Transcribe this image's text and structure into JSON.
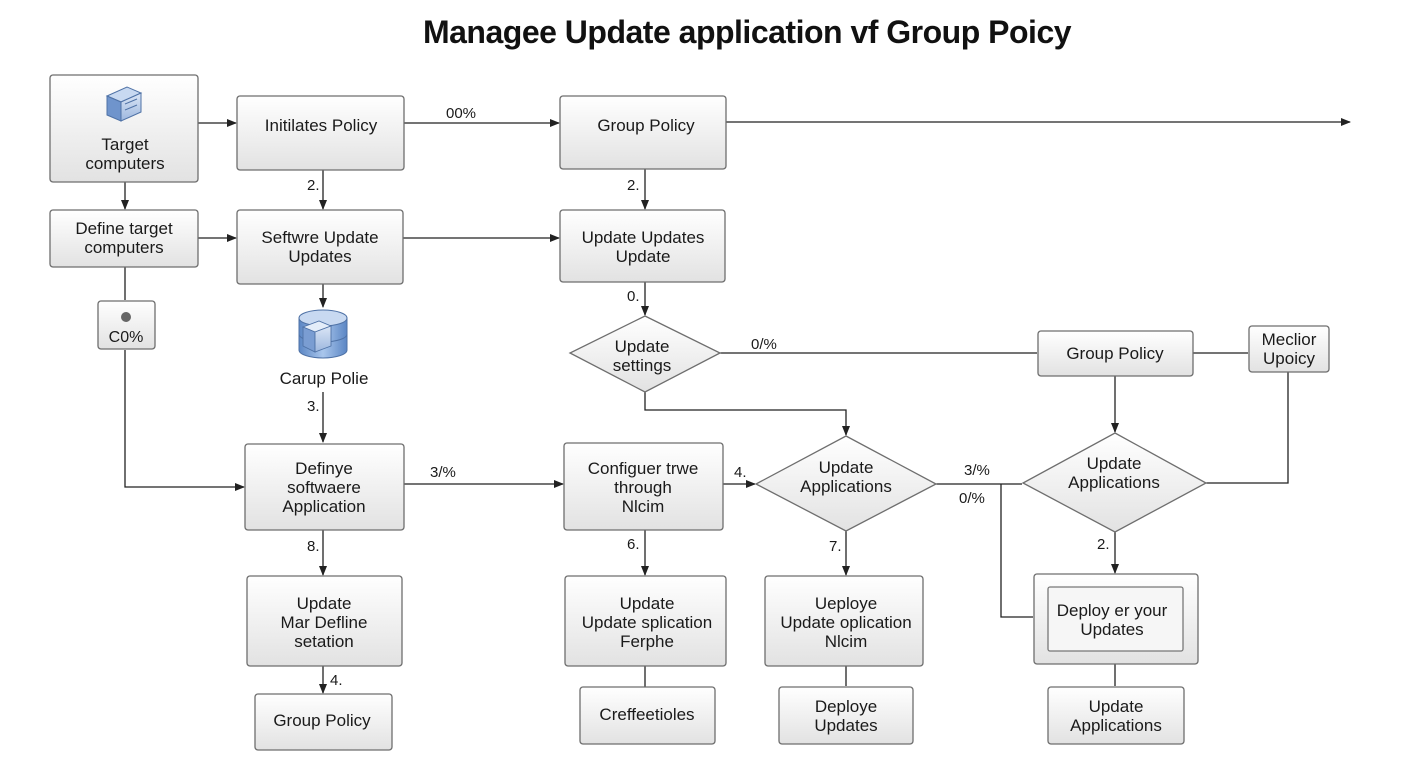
{
  "title": "Managee Update application vf Group Poicy",
  "nodes": {
    "target_computers": [
      "Target",
      "computers"
    ],
    "initiates_policy": [
      "Initilates Policy"
    ],
    "group_policy_top": [
      "Group Policy"
    ],
    "define_target": [
      "Define target",
      "computers"
    ],
    "software_update": [
      "Seftwre Update",
      "Updates"
    ],
    "update_updates": [
      "Update Updates",
      "Update"
    ],
    "pct_box": [
      "C0%"
    ],
    "carup_polie": [
      "Carup Polie"
    ],
    "update_settings": [
      "Update",
      "settings"
    ],
    "group_policy_mid": [
      "Group Policy"
    ],
    "meclior": [
      "Meclior",
      "Upoicy"
    ],
    "definye_software": [
      "Definye",
      "softwaere",
      "Application"
    ],
    "configuer": [
      "Configuer trwe",
      "through",
      "Nlcim"
    ],
    "update_apps_1": [
      "Update",
      "Applications"
    ],
    "update_apps_2": [
      "Update",
      "Applications"
    ],
    "update_mar": [
      "Update",
      "Mar Defline",
      "setation"
    ],
    "update_ferphe": [
      "Update",
      "Update splication",
      "Ferphe"
    ],
    "deploye_nlcim": [
      "Ueploye",
      "Update oplication",
      "Nlcim"
    ],
    "deploy_your": [
      "Deploy  er your",
      "Updates"
    ],
    "group_policy_bottom": [
      "Group Policy"
    ],
    "creffeetioles": [
      "Creffeetioles"
    ],
    "deploye_updates": [
      "Deploye",
      "Updates"
    ],
    "update_apps_bottom": [
      "Update",
      "Applications"
    ]
  },
  "edge_labels": {
    "e_initiates_group": "00%",
    "e_init_down": "2.",
    "e_group_down": "2.",
    "e_updupd_down": "0.",
    "e_settings_group": "0/%",
    "e_carup_down": "3.",
    "e_definye_config": "3/%",
    "e_config_apps": "4.",
    "e_apps_a": "3/%",
    "e_apps_b": "0/%",
    "e_apps2_down": "2.",
    "e_definye_down": "8.",
    "e_config_down": "6.",
    "e_apps1_down": "7.",
    "e_mar_down": "4."
  },
  "colors": {
    "box_top": "#ffffff",
    "box_bottom": "#e2e2e2",
    "stroke": "#6e6e6e",
    "edge": "#222222",
    "icon": "#7da3d4"
  }
}
